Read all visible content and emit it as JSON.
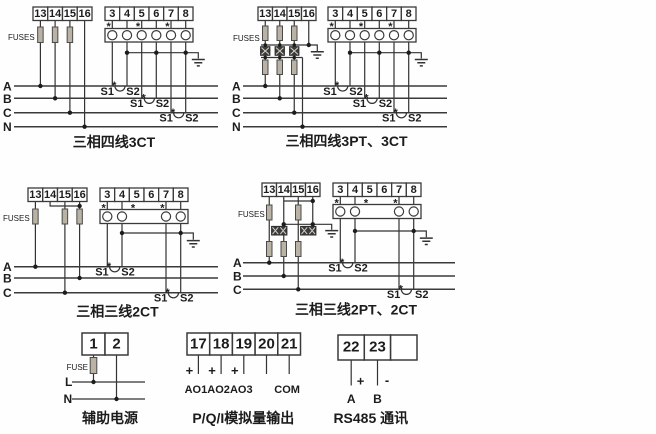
{
  "colors": {
    "line": "#333333",
    "text": "#1c1c1c",
    "fuse_fill": "#b9b2a5",
    "background": "#fefefe"
  },
  "polarity_mark": "*",
  "ct_mark": {
    "s1": "S1",
    "s2": "S2"
  },
  "diagrams": {
    "top_left": {
      "caption": "三相四线3CT",
      "fuses_label": "FUSES",
      "voltage_terminals": [
        "13",
        "14",
        "15",
        "16"
      ],
      "current_terminals": [
        "3",
        "4",
        "5",
        "6",
        "7",
        "8"
      ],
      "phase_labels": [
        "A",
        "B",
        "C",
        "N"
      ]
    },
    "top_right": {
      "caption": "三相四线3PT、3CT",
      "fuses_label": "FUSES",
      "voltage_terminals": [
        "13",
        "14",
        "15",
        "16"
      ],
      "current_terminals": [
        "3",
        "4",
        "5",
        "6",
        "7",
        "8"
      ],
      "phase_labels": [
        "A",
        "B",
        "C",
        "N"
      ]
    },
    "mid_left": {
      "caption": "三相三线2CT",
      "fuses_label": "FUSES",
      "voltage_terminals": [
        "13",
        "14",
        "15",
        "16"
      ],
      "current_terminals": [
        "3",
        "4",
        "5",
        "6",
        "7",
        "8"
      ],
      "phase_labels": [
        "A",
        "B",
        "C"
      ]
    },
    "mid_right": {
      "caption": "三相三线2PT、2CT",
      "fuses_label": "FUSES",
      "voltage_terminals": [
        "13",
        "14",
        "15",
        "16"
      ],
      "current_terminals": [
        "3",
        "4",
        "5",
        "6",
        "7",
        "8"
      ],
      "phase_labels": [
        "A",
        "B",
        "C"
      ]
    },
    "aux_power": {
      "caption": "辅助电源",
      "terminals": [
        "1",
        "2"
      ],
      "fuse_label": "FUSE",
      "line_labels": [
        "L",
        "N"
      ]
    },
    "analog_output": {
      "caption": "P/Q/I模拟量输出",
      "terminals": [
        "17",
        "18",
        "19",
        "20",
        "21"
      ],
      "plus": "+",
      "channels": [
        "AO1",
        "AO2",
        "AO3"
      ],
      "common": "COM"
    },
    "rs485": {
      "caption": "RS485 通讯",
      "terminals": [
        "22",
        "23"
      ],
      "plus": "+",
      "minus": "-",
      "wire_labels": [
        "A",
        "B"
      ]
    }
  }
}
